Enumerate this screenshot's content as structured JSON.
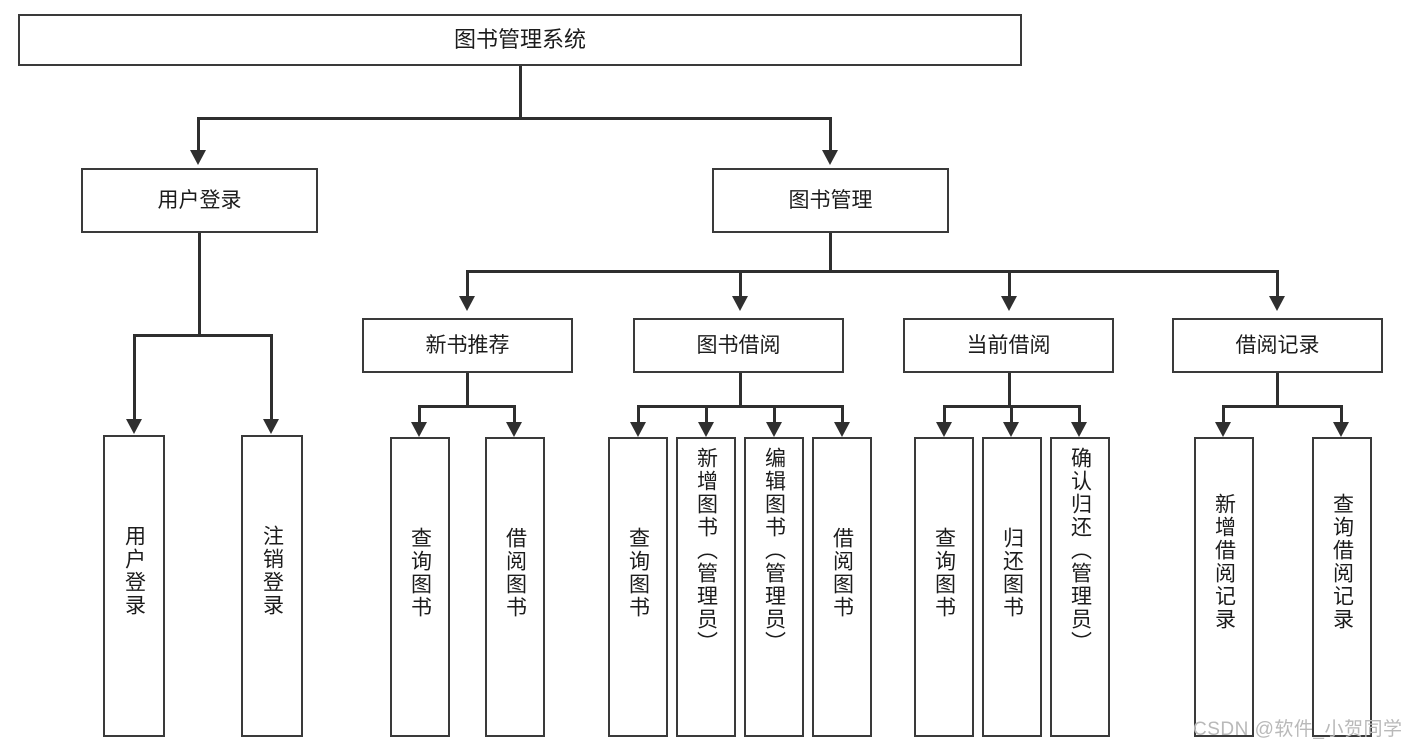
{
  "diagram": {
    "title": "图书管理系统",
    "type": "tree",
    "root": {
      "label": "图书管理系统"
    },
    "level2": [
      {
        "label": "用户登录"
      },
      {
        "label": "图书管理"
      }
    ],
    "level3": [
      {
        "label": "新书推荐"
      },
      {
        "label": "图书借阅"
      },
      {
        "label": "当前借阅"
      },
      {
        "label": "借阅记录"
      }
    ],
    "leaves": {
      "user_login": [
        {
          "label": "用户登录"
        },
        {
          "label": "注销登录"
        }
      ],
      "new_book_recommend": [
        {
          "label": "查询图书"
        },
        {
          "label": "借阅图书"
        }
      ],
      "book_borrow": [
        {
          "label": "查询图书"
        },
        {
          "label": "新增图书（管理员）"
        },
        {
          "label": "编辑图书（管理员）"
        },
        {
          "label": "借阅图书"
        }
      ],
      "current_borrow": [
        {
          "label": "查询图书"
        },
        {
          "label": "归还图书"
        },
        {
          "label": "确认归还（管理员）"
        }
      ],
      "borrow_record": [
        {
          "label": "新增借阅记录"
        },
        {
          "label": "查询借阅记录"
        }
      ]
    }
  },
  "watermark": {
    "text": "CSDN @软件_小贺同学"
  },
  "colors": {
    "border": "#3a3a3a",
    "line": "#2f2f2f",
    "text": "#1c1c1c",
    "background": "#ffffff",
    "watermark": "#b9b9b9"
  }
}
